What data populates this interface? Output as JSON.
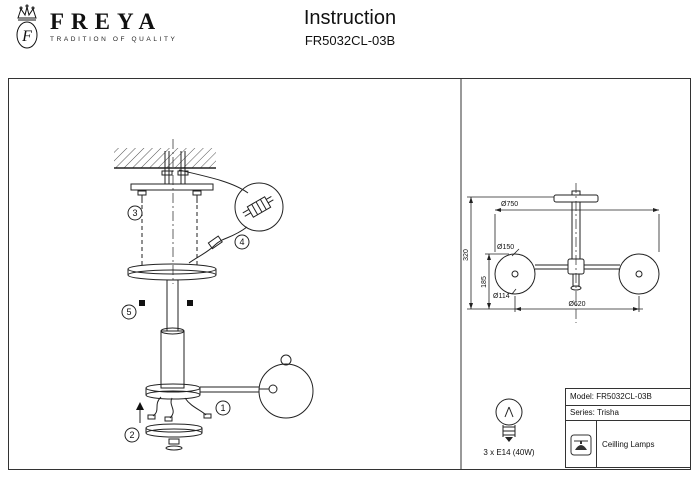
{
  "header": {
    "brand": "FREYA",
    "monogram": "F",
    "tagline": "TRADITION OF QUALITY",
    "title": "Instruction",
    "model": "FR5032CL-03B"
  },
  "steps": {
    "s1": "1",
    "s2": "2",
    "s3": "3",
    "s4": "4",
    "s5": "5"
  },
  "dimensions": {
    "overall_width": "Ø750",
    "shade_diameter": "Ø150",
    "shade_opening": "Ø114",
    "span": "Ø620",
    "overall_height": "320",
    "shade_height": "185"
  },
  "spec": {
    "model": "Model: FR5032CL-03B",
    "series": "Series: Trisha",
    "bulb": "3 x E14 (40W)",
    "category": "Ceilling Lamps"
  }
}
